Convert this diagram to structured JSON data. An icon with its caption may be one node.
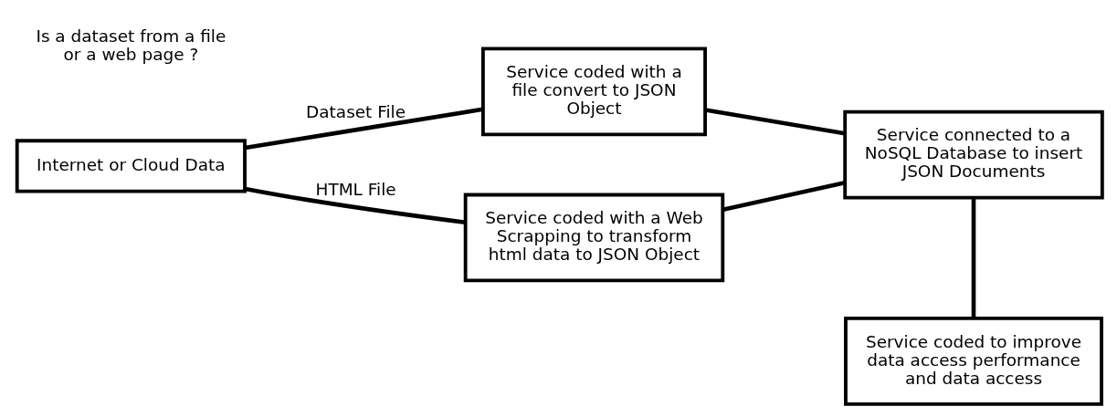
{
  "diagram": {
    "nodes": [
      {
        "text": [
          "Internet or Cloud Data"
        ]
      },
      {
        "text": [
          "Service coded with a file convert to JSON Object"
        ]
      },
      {
        "text": [
          "Service coded with a Web Scrapping to transform html data to JSON Object"
        ]
      },
      {
        "text": [
          "Service connected to a NoSQL Database to insert JSON Documents"
        ]
      },
      {
        "text": [
          "Service coded to improve data access performance and data access"
        ]
      }
    ],
    "edges": [
      {
        "from": 0,
        "to": 1,
        "arrow": "none",
        "label": "Dataset File"
      },
      {
        "from": 0,
        "to": 2,
        "arrow": "none",
        "label": "HTML File"
      },
      {
        "from": 1,
        "to": 3,
        "arrow": "none"
      },
      {
        "from": 2,
        "to": 3,
        "arrow": "none"
      },
      {
        "from": 3,
        "to": 4,
        "arrow": "none"
      }
    ],
    "labels": [
      "Is a dataset from a file or a web page ?"
    ]
  }
}
